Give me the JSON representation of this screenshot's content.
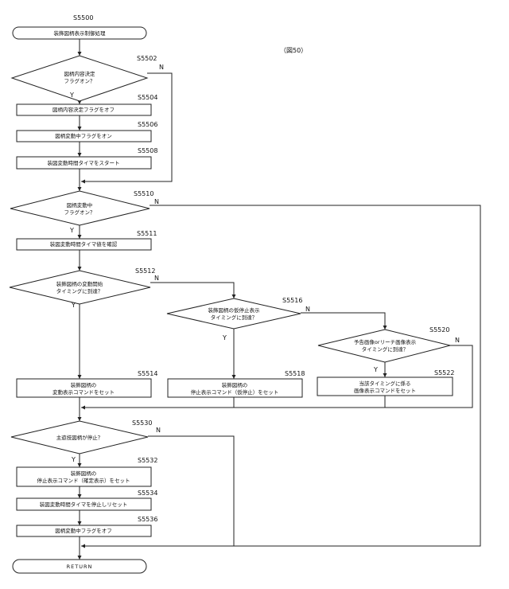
{
  "figure_label": "（図50）",
  "nodes": {
    "start": {
      "label": "S5500",
      "text": "装飾図柄表示制御処理"
    },
    "d5502": {
      "label": "S5502",
      "line1": "図柄内容決定",
      "line2": "フラグオン？"
    },
    "p5504": {
      "label": "S5504",
      "text": "図柄内容決定フラグをオフ"
    },
    "p5506": {
      "label": "S5506",
      "text": "図柄変動中フラグをオン"
    },
    "p5508": {
      "label": "S5508",
      "text": "装図変動時間タイマをスタート"
    },
    "d5510": {
      "label": "S5510",
      "line1": "図柄変動中",
      "line2": "フラグオン？"
    },
    "p5511": {
      "label": "S5511",
      "text": "装図変動時間タイマ値を確認"
    },
    "d5512": {
      "label": "S5512",
      "line1": "装飾図柄の変動開始",
      "line2": "タイミングに到達？"
    },
    "d5516": {
      "label": "S5516",
      "line1": "装飾図柄の仮停止表示",
      "line2": "タイミングに到達？"
    },
    "d5520": {
      "label": "S5520",
      "line1": "予告画像orリーチ画像表示",
      "line2": "タイミングに到達？"
    },
    "p5514": {
      "label": "S5514",
      "line1": "装飾図柄の",
      "line2": "変動表示コマンドをセット"
    },
    "p5518": {
      "label": "S5518",
      "line1": "装飾図柄の",
      "line2": "停止表示コマンド（仮停止）をセット"
    },
    "p5522": {
      "label": "S5522",
      "line1": "当該タイミングに係る",
      "line2": "画像表示コマンドをセット"
    },
    "d5530": {
      "label": "S5530",
      "text": "主遊技図柄が停止？"
    },
    "p5532": {
      "label": "S5532",
      "line1": "装飾図柄の",
      "line2": "停止表示コマンド（確定表示）をセット"
    },
    "p5534": {
      "label": "S5534",
      "text": "装図変動時間タイマを停止しリセット"
    },
    "p5536": {
      "label": "S5536",
      "text": "図柄変動中フラグをオフ"
    },
    "end": {
      "text": "RETURN"
    }
  },
  "branch": {
    "yes": "Y",
    "no": "N"
  }
}
